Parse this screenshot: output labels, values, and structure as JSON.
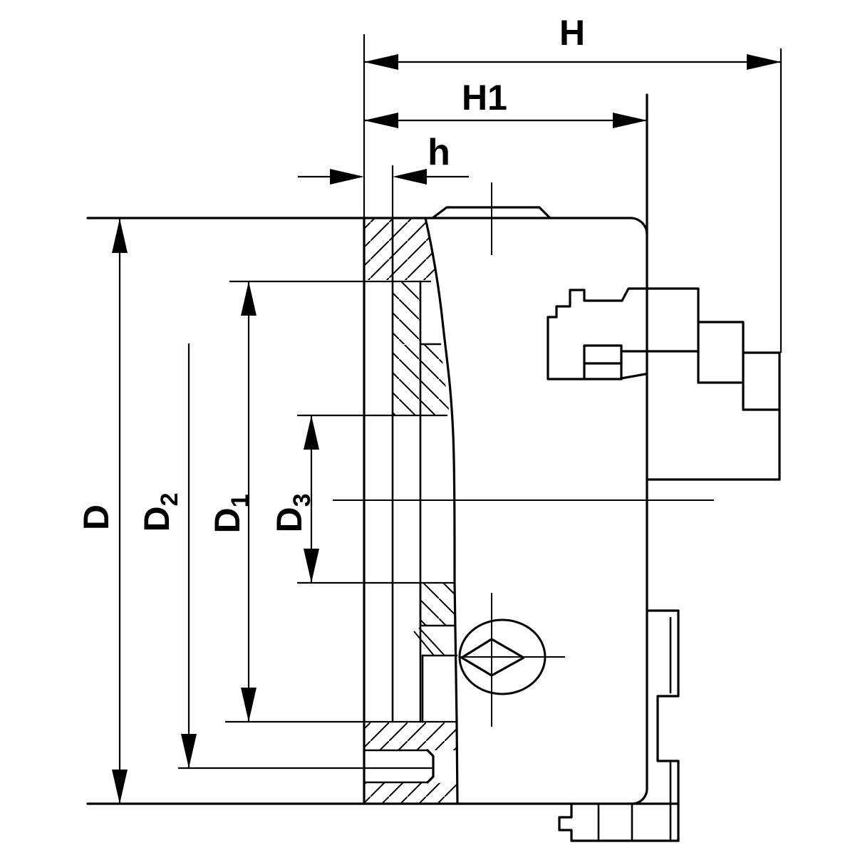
{
  "drawing": {
    "paper_color": "#ffffff",
    "ink_color": "#000000"
  },
  "dimensions": {
    "overall_length": {
      "label": "H"
    },
    "body_length": {
      "label": "H1"
    },
    "flange_thickness": {
      "label": "h"
    },
    "outer_diameter": {
      "label": "D"
    },
    "d1": {
      "label": "D",
      "sub": "1"
    },
    "d2": {
      "label": "D",
      "sub": "2"
    },
    "d3": {
      "label": "D",
      "sub": "3"
    }
  }
}
